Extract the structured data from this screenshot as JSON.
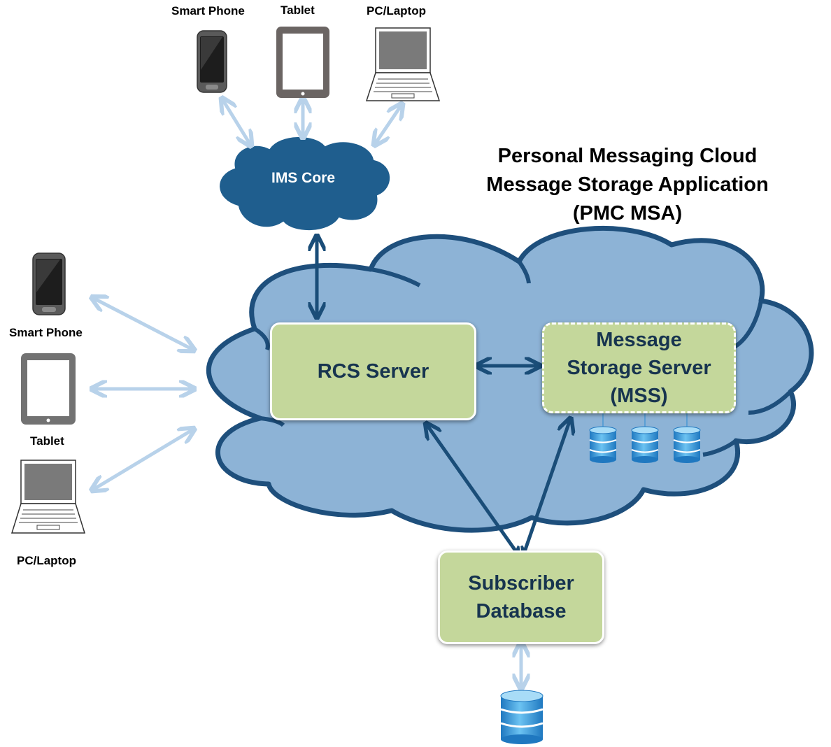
{
  "title": {
    "line1": "Personal Messaging Cloud",
    "line2": "Message Storage Application",
    "line3": "(PMC MSA)"
  },
  "ims_core": {
    "label": "IMS Core"
  },
  "top_devices": {
    "smart_phone": "Smart Phone",
    "tablet": "Tablet",
    "pc_laptop": "PC/Laptop"
  },
  "left_devices": {
    "smart_phone": "Smart Phone",
    "tablet": "Tablet",
    "pc_laptop": "PC/Laptop"
  },
  "rcs_server": {
    "label": "RCS Server"
  },
  "mss": {
    "line1": "Message",
    "line2": "Storage Server",
    "line3": "(MSS)"
  },
  "subscriber_db": {
    "line1": "Subscriber",
    "line2": "Database"
  },
  "colors": {
    "cloud_fill": "#8db3d6",
    "cloud_stroke": "#1e4f7c",
    "ims_cloud": "#1f5e8e",
    "box_fill": "#c4d79b",
    "box_text": "#17344f",
    "device_arrow": "#b8d2ea",
    "server_arrow": "#1a4d78",
    "db_fill": "#3aa0dc"
  }
}
